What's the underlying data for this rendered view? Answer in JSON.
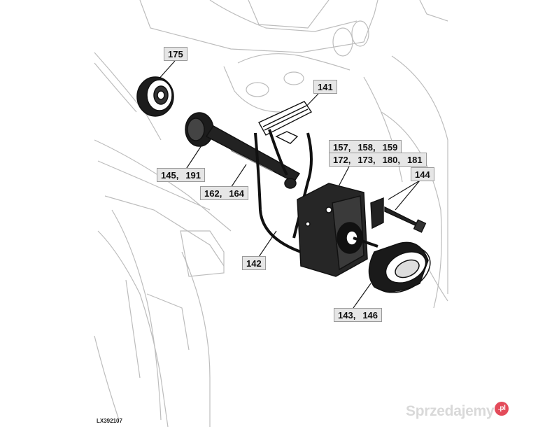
{
  "callouts": [
    {
      "id": "c175",
      "parts": [
        "175"
      ]
    },
    {
      "id": "c141",
      "parts": [
        "141"
      ]
    },
    {
      "id": "c157",
      "parts": [
        "157",
        "158",
        "159"
      ]
    },
    {
      "id": "c172",
      "parts": [
        "172",
        "173",
        "180",
        "181"
      ]
    },
    {
      "id": "c144",
      "parts": [
        "144"
      ]
    },
    {
      "id": "c145",
      "parts": [
        "145",
        "191"
      ]
    },
    {
      "id": "c162",
      "parts": [
        "162",
        "164"
      ]
    },
    {
      "id": "c142",
      "parts": [
        "142"
      ]
    },
    {
      "id": "c143",
      "parts": [
        "143",
        "146"
      ]
    }
  ],
  "drawing_id": "LX392107",
  "watermark": {
    "text": "Sprzedajemy",
    "badge": ".pl"
  },
  "colors": {
    "line": "#1a1a1a",
    "faint": "#b5b5b5",
    "callout_bg": "#e6e6e6",
    "callout_border": "#9a9a9a",
    "badge": "#e34b5a"
  }
}
